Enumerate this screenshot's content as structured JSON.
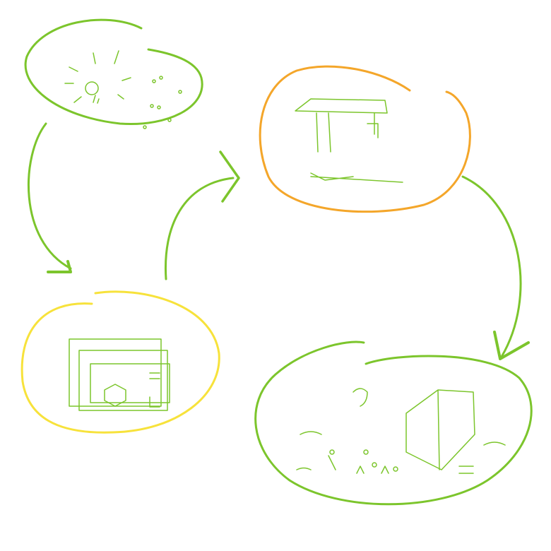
{
  "diagram": {
    "type": "cycle",
    "colors": {
      "green": "#7cc52c",
      "light_green": "#a6d96a",
      "orange": "#f4a62a",
      "yellow": "#f7e23b"
    },
    "nodes": [
      {
        "id": "idea",
        "icon": "lightbulb-sparkle-icon",
        "color": "#7cc52c"
      },
      {
        "id": "build",
        "icon": "building-blocks-icon",
        "color": "#f4a62a"
      },
      {
        "id": "community",
        "icon": "people-cube-icon",
        "color": "#7cc52c"
      },
      {
        "id": "documents",
        "icon": "stacked-boxes-icon",
        "color": "#f7e23b"
      }
    ],
    "arrows": [
      "idea-to-documents",
      "documents-to-build",
      "build-to-community"
    ]
  }
}
